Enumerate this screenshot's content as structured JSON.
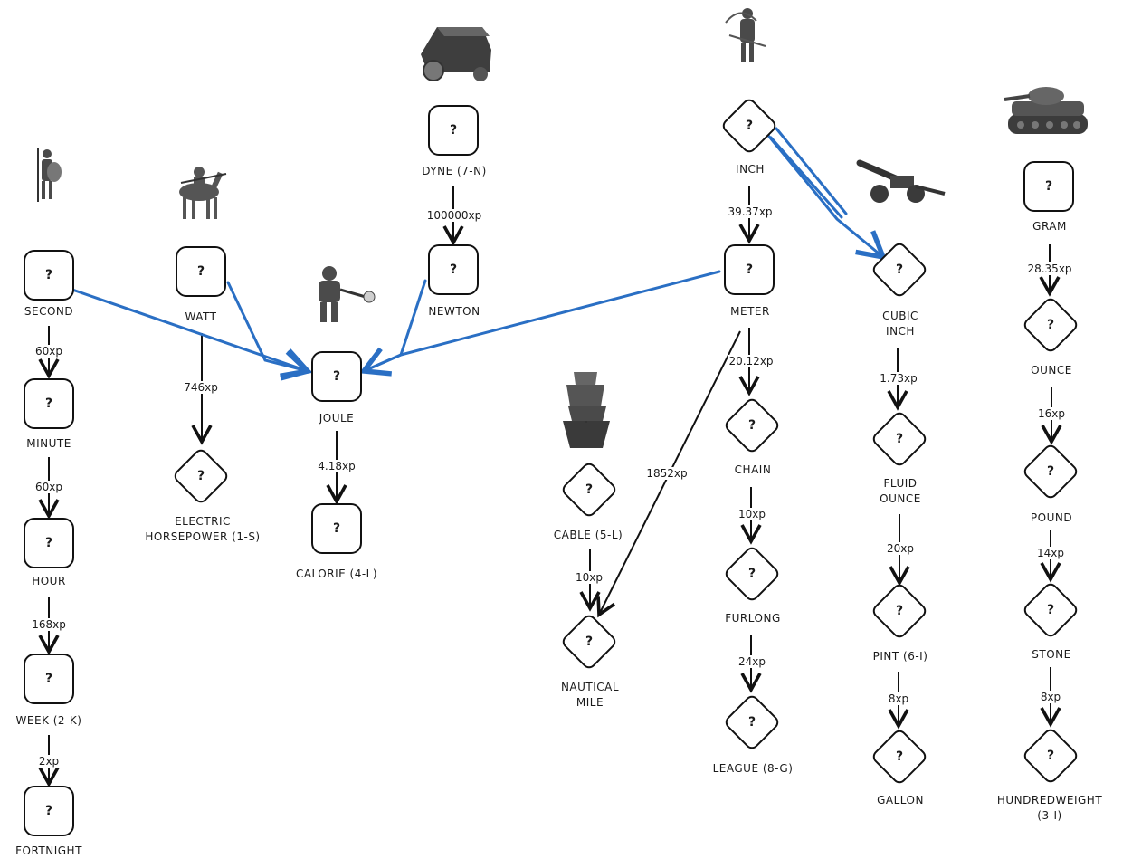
{
  "node_glyph": "?",
  "nodes": {
    "second": "SECOND",
    "minute": "MINUTE",
    "hour": "HOUR",
    "week": "WEEK (2-K)",
    "fortnight": "FORTNIGHT",
    "watt": "WATT",
    "electric_horsepower": "ELECTRIC\nHORSEPOWER (1-S)",
    "joule": "JOULE",
    "calorie": "CALORIE (4-L)",
    "dyne": "DYNE (7-N)",
    "newton": "NEWTON",
    "inch": "INCH",
    "meter": "METER",
    "chain": "CHAIN",
    "furlong": "FURLONG",
    "league": "LEAGUE (8-G)",
    "cable": "CABLE (5-L)",
    "nautical_mile": "NAUTICAL\nMILE",
    "cubic_inch": "CUBIC\nINCH",
    "fluid_ounce": "FLUID\nOUNCE",
    "pint": "PINT (6-I)",
    "gallon": "GALLON",
    "gram": "GRAM",
    "ounce": "OUNCE",
    "pound": "POUND",
    "stone": "STONE",
    "hundredweight": "HUNDREDWEIGHT (3-I)"
  },
  "edges": {
    "second_minute": "60xp",
    "minute_hour": "60xp",
    "hour_week": "168xp",
    "week_fortnight": "2xp",
    "watt_ehp": "746xp",
    "joule_calorie": "4.18xp",
    "dyne_newton": "100000xp",
    "inch_meter": "39.37xp",
    "meter_chain": "20.12xp",
    "chain_furlong": "10xp",
    "furlong_league": "24xp",
    "meter_nautical": "1852xp",
    "cable_nautical": "10xp",
    "cubicinch_floz": "1.73xp",
    "floz_pint": "20xp",
    "pint_gallon": "8xp",
    "gram_ounce": "28.35xp",
    "ounce_pound": "16xp",
    "pound_stone": "14xp",
    "stone_cwt": "8xp"
  },
  "colors": {
    "ink": "#111111",
    "link_blue": "#2a6fc4"
  },
  "icons": [
    "hoplite-icon",
    "knight-icon",
    "ram-icon",
    "grenadier-icon",
    "archer-icon",
    "ship-icon",
    "cannon-icon",
    "tank-icon"
  ]
}
